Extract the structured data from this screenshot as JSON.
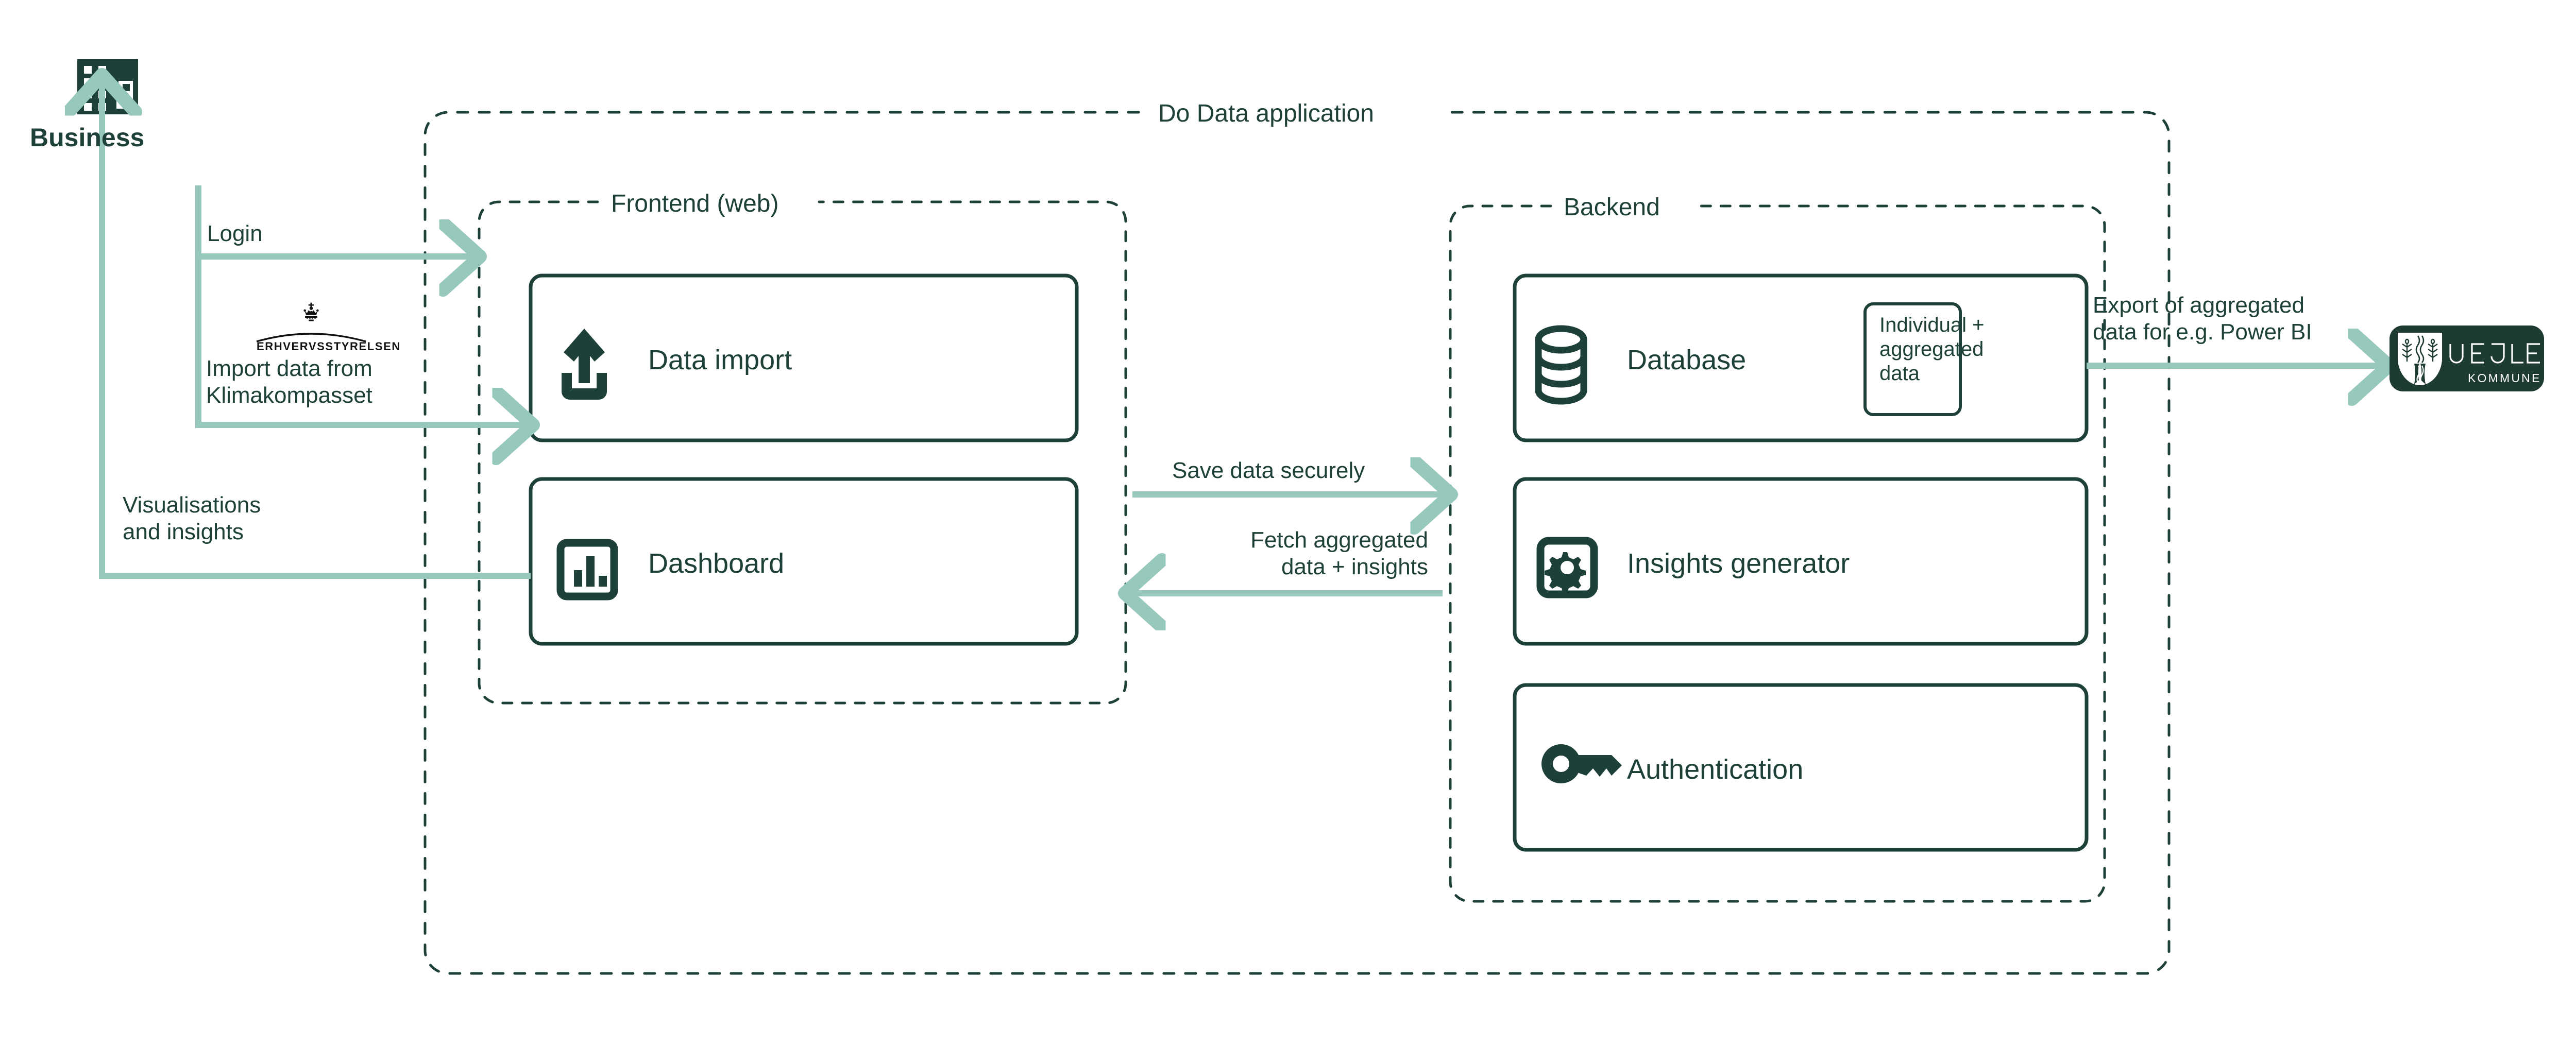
{
  "diagram": {
    "title": "Do Data application",
    "colors": {
      "dark": "#1d4038",
      "arrow": "#96c8bc",
      "background": "#ffffff",
      "logo_badge_bg": "#1d3b33"
    },
    "actor": {
      "label": "Business",
      "icon": "office-building-icon"
    },
    "groups": [
      {
        "id": "app",
        "label": "Do Data application"
      },
      {
        "id": "frontend",
        "label": "Frontend (web)"
      },
      {
        "id": "backend",
        "label": "Backend"
      }
    ],
    "nodes": [
      {
        "id": "data-import",
        "label": "Data import",
        "icon": "upload-icon",
        "group": "frontend"
      },
      {
        "id": "dashboard",
        "label": "Dashboard",
        "icon": "bar-chart-icon",
        "group": "frontend"
      },
      {
        "id": "database",
        "label": "Database",
        "icon": "database-icon",
        "group": "backend",
        "badge": "Individual +\naggregated\ndata"
      },
      {
        "id": "insights-generator",
        "label": "Insights generator",
        "icon": "gear-icon",
        "group": "backend"
      },
      {
        "id": "authentication",
        "label": "Authentication",
        "icon": "key-icon",
        "group": "backend"
      }
    ],
    "flows": [
      {
        "id": "login",
        "label": "Login",
        "from": "Business",
        "to": "Frontend (web)"
      },
      {
        "id": "import-klima",
        "label": "Import data from\nKlimakompasset",
        "from": "Business",
        "to": "Data import",
        "logo": "erhvervsstyrelsen-logo"
      },
      {
        "id": "visualisations",
        "label": "Visualisations\nand insights",
        "from": "Dashboard",
        "to": "Business"
      },
      {
        "id": "save-data",
        "label": "Save data securely",
        "from": "Frontend (web)",
        "to": "Backend"
      },
      {
        "id": "fetch-data",
        "label": "Fetch aggregated\ndata + insights",
        "from": "Backend",
        "to": "Frontend (web)"
      },
      {
        "id": "export-bi",
        "label": "Export of aggregated\ndata for e.g. Power BI",
        "from": "Database",
        "to": "Vejle Kommune"
      }
    ],
    "logos": [
      {
        "id": "erhvervsstyrelsen",
        "name": "Erhvervsstyrelsen",
        "wordmark": "ERHVERVSSTYRELSEN"
      },
      {
        "id": "vejle-kommune",
        "name": "Vejle Kommune",
        "line1": "VEJLE",
        "line2": "KOMMUNE"
      }
    ]
  }
}
